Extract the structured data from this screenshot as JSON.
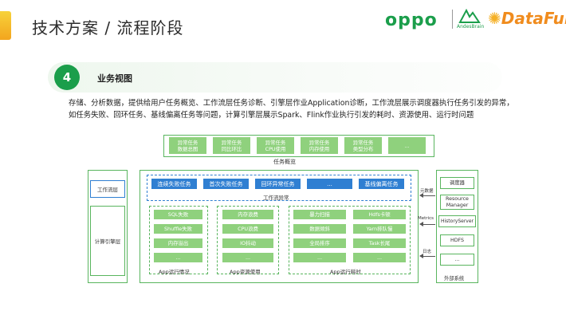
{
  "header": {
    "title": "技术方案 / 流程阶段",
    "logos": {
      "oppo": "oppo",
      "andes": "AndesBrain",
      "datafun": "DataFun."
    }
  },
  "section": {
    "number": "4",
    "title": "业务视图"
  },
  "description": [
    "存储、分析数据，提供给用户任务概览、工作流层任务诊断、引擎层作业Application诊断，工作流层展示调度器执行任务引发的异常，",
    "如任务失败、回环任务、基线偏离任务等问题，计算引擎层展示Spark、Flink作业执行引发的耗时、资源使用、运行时问题"
  ],
  "overview": {
    "label": "任务概览",
    "items": [
      "异常任务\n数据总图",
      "异常任务\n同比环比",
      "异常任务\nCPU使用",
      "异常任务\n内存使用",
      "异常任务\n类型分布",
      "..."
    ]
  },
  "layers": {
    "workflow": "工作流层",
    "engine": "计算引擎层"
  },
  "workflow_exceptions": {
    "label": "工作流异常",
    "items": [
      "连续失败任务",
      "首次失败任务",
      "回环异常任务",
      "...",
      "基线偏离任务"
    ]
  },
  "app_status": {
    "label": "App运行情况",
    "items": [
      "SQL失败",
      "Shuffle失败",
      "内存溢出",
      "..."
    ]
  },
  "app_resource": {
    "label": "App资源使用",
    "items": [
      "内存浪费",
      "CPU浪费",
      "IO抖动",
      "..."
    ]
  },
  "app_time": {
    "label": "App运行耗时",
    "col1": [
      "暴力扫描",
      "数据倾斜",
      "全局排序",
      "..."
    ],
    "col2": [
      "Hdfs卡顿",
      "Yarn排队慢",
      "Task长尾",
      "..."
    ]
  },
  "external": {
    "label": "外部系统",
    "items": [
      "调度器",
      "Resource\nManager",
      "HistoryServer",
      "HDFS",
      "..."
    ],
    "arrows": [
      "元数据",
      "Metrics",
      "日志"
    ]
  },
  "colors": {
    "green": "#1b9e4b",
    "light_green": "#8fd17d",
    "blue": "#2f7fd2",
    "border": "#59b55e"
  }
}
